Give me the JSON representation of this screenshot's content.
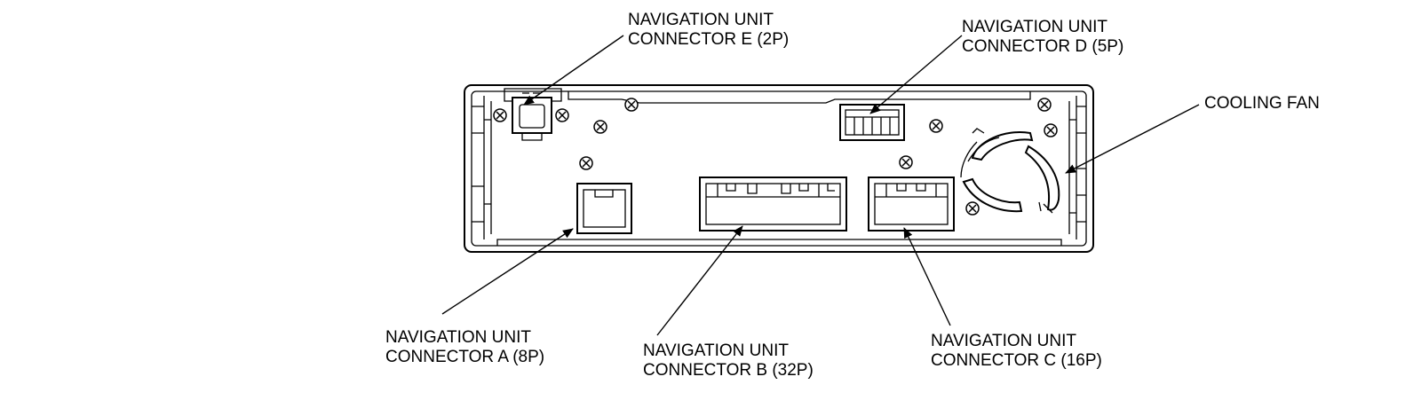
{
  "diagram": {
    "labels": {
      "connector_e": {
        "line1": "NAVIGATION UNIT",
        "line2": "CONNECTOR E (2P)"
      },
      "connector_d": {
        "line1": "NAVIGATION UNIT",
        "line2": "CONNECTOR D (5P)"
      },
      "cooling_fan": {
        "line1": "COOLING FAN"
      },
      "connector_a": {
        "line1": "NAVIGATION UNIT",
        "line2": "CONNECTOR A (8P)"
      },
      "connector_b": {
        "line1": "NAVIGATION UNIT",
        "line2": "CONNECTOR B (32P)"
      },
      "connector_c": {
        "line1": "NAVIGATION UNIT",
        "line2": "CONNECTOR C (16P)"
      }
    },
    "line_color": "#000000",
    "background": "#ffffff"
  }
}
